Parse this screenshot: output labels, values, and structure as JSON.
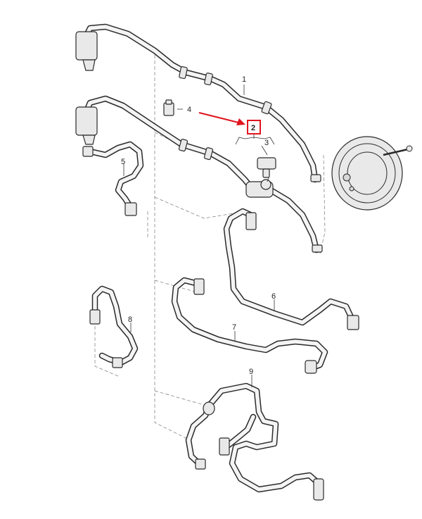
{
  "callouts": {
    "p1": "1",
    "p2": "2",
    "p3": "3",
    "p4": "4",
    "p5": "5",
    "p6": "6",
    "p7": "7",
    "p8": "8",
    "p9": "9"
  },
  "highlight": {
    "part": "2",
    "color": "#e0141e"
  },
  "components": {
    "brake_booster_icon": "brake-booster-icon",
    "connector_icon": "connector-icon",
    "clip_icon": "clip-icon",
    "sensor_icon": "pressure-sensor-icon"
  }
}
